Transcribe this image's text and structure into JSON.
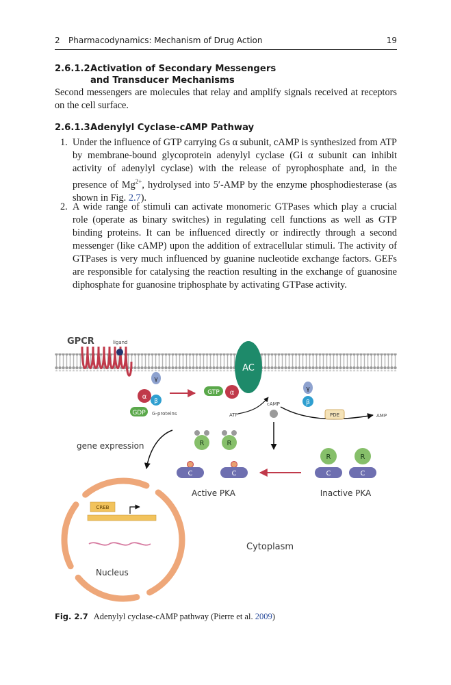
{
  "header": {
    "chapter_number": "2",
    "chapter_title": "Pharmacodynamics: Mechanism of Drug Action",
    "page_number": "19"
  },
  "sections": [
    {
      "number": "2.6.1.2",
      "title_line1": "Activation of Secondary Messengers",
      "title_line2": "and Transducer Mechanisms",
      "paragraph": "Second messengers are molecules that relay and amplify signals received at receptors on the cell surface."
    },
    {
      "number": "2.6.1.3",
      "title_line1": "Adenylyl Cyclase-cAMP Pathway"
    }
  ],
  "list": [
    {
      "marker": "1.",
      "text_a": "Under the influence of GTP carrying Gs α subunit, cAMP is synthesized from ATP by membrane-bound glycoprotein adenylyl cyclase (Gi α subunit can inhibit activity of adenylyl cyclase) with the release of pyrophosphate and, in the presence of Mg",
      "sup": "2+",
      "text_b": ", hydrolysed into 5′-AMP by the enzyme phosphodiesterase (as shown in Fig. ",
      "ref": "2.7",
      "text_c": ")."
    },
    {
      "marker": "2.",
      "text": "A wide range of stimuli can activate monomeric GTPases which play a crucial role (operate as binary switches) in regulating cell functions as well as GTP binding proteins. It can be influenced directly or indirectly through a second messenger (like cAMP) upon the addition of extracellular stimuli. The activity of GTPases is very much influenced by guanine nucleotide exchange factors. GEFs are responsible for catalysing the reaction resulting in the exchange of guanosine diphosphate for guanosine triphosphate by activating GTPase activity."
    }
  ],
  "figure": {
    "labels": {
      "gpcr": "GPCR",
      "ligand": "ligand",
      "ac": "AC",
      "gamma": "γ",
      "beta": "β",
      "alpha": "α",
      "gdp": "GDP",
      "g_proteins": "G-proteins",
      "gtp": "GTP",
      "atp": "ATP",
      "camp": "cAMP",
      "pde": "PDE",
      "amp": "AMP",
      "gene_expression": "gene expression",
      "r": "R",
      "c": "C",
      "active_pka": "Active PKA",
      "inactive_pka": "Inactive PKA",
      "creb": "CREB",
      "cytoplasm": "Cytoplasm",
      "nucleus": "Nucleus"
    },
    "colors": {
      "membrane": "#9a9a9a",
      "receptor": "#c0394a",
      "ac": "#1e8a6a",
      "alpha": "#c0394a",
      "gamma": "#8ea2cf",
      "beta": "#2f9fd0",
      "gdp": "#5aa84a",
      "pka_r": "#86bf6a",
      "pka_c": "#6e6fb0",
      "pde": "#f5e3b8",
      "nucleus": "#eea779",
      "creb": "#f2c35c",
      "arrow_red": "#c0394a",
      "ligand": "#23346e"
    }
  },
  "caption": {
    "label": "Fig. 2.7",
    "text": "Adenylyl cyclase-cAMP pathway (Pierre et al. ",
    "ref": "2009",
    "text_end": ")"
  }
}
